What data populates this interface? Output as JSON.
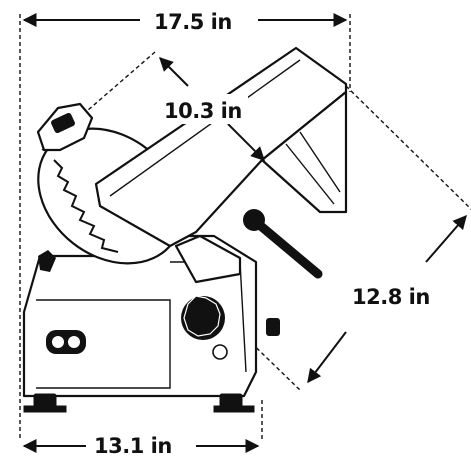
{
  "dimensions": {
    "overall_width": "17.5 in",
    "blade_carriage_width": "10.3 in",
    "depth_diagonal": "12.8 in",
    "base_width": "13.1 in"
  }
}
